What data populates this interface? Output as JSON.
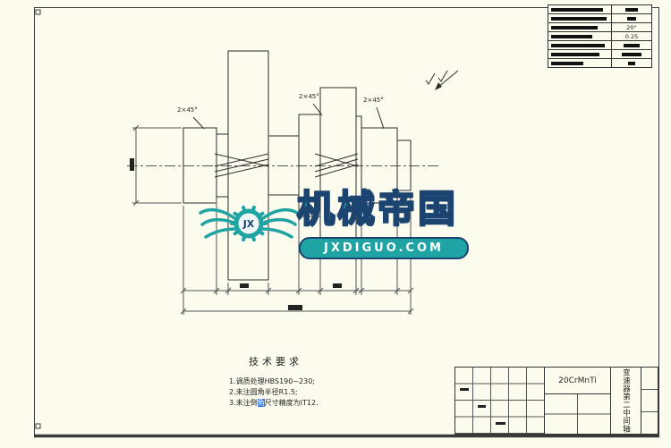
{
  "watermark": {
    "brand": "机械帝国",
    "site": "JXDIGUO.COM",
    "gear_text": "JX"
  },
  "annotations": {
    "chamfer": "2×45°"
  },
  "tech_requirements": {
    "heading": "技术要求",
    "line1": "1.调质处理HBS190~230;",
    "line2": "2.未注圆角半径R1.5;",
    "line3_pre": "3.未注倒",
    "line3_highlight": "角",
    "line3_post": "尺寸精度为IT12."
  },
  "param_table": {
    "row3_value": "20°",
    "row4_value": "0.25"
  },
  "title_block": {
    "material": "20CrMnTi",
    "part_name": "变速器第二中间轴"
  },
  "colors": {
    "watermark_teal": "#1FA3A3",
    "watermark_outline": "#1C4470",
    "highlight_blue": "#2E74E8",
    "sheet_background": "#FCFCEE"
  }
}
